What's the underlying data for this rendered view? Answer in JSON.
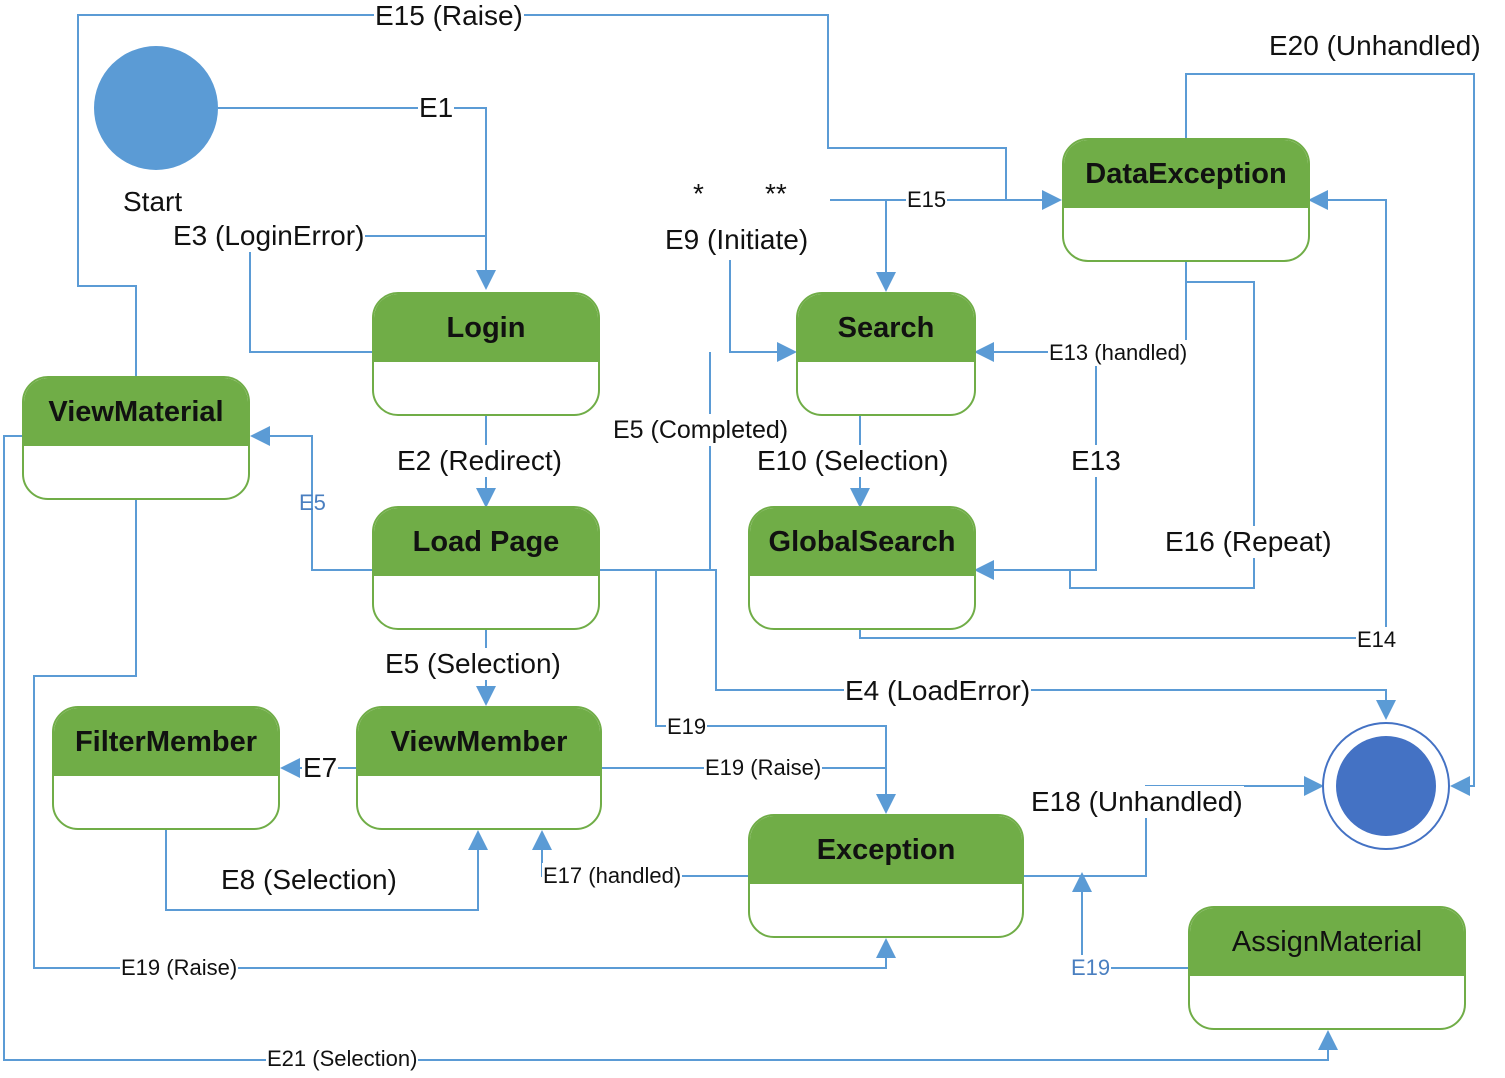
{
  "start": {
    "label": "Start"
  },
  "states": {
    "login": "Login",
    "load_page": "Load Page",
    "view_material": "ViewMaterial",
    "search": "Search",
    "global_search": "GlobalSearch",
    "data_exception": "DataException",
    "filter_member": "FilterMember",
    "view_member": "ViewMember",
    "exception": "Exception",
    "assign_material": "AssignMaterial"
  },
  "edges": {
    "e1": "E1",
    "e2": "E2 (Redirect)",
    "e3": "E3 (LoginError)",
    "e4": "E4 (LoadError)",
    "e5_left": "E5",
    "e5_completed": "E5 (Completed)",
    "e5_selection": "E5 (Selection)",
    "e7": "E7",
    "e8": "E8 (Selection)",
    "e9": "E9 (Initiate)",
    "e10": "E10 (Selection)",
    "e13_handled": "E13 (handled)",
    "e13": "E13",
    "e14": "E14",
    "e15_raise": "E15 (Raise)",
    "e15": "E15",
    "e16": "E16 (Repeat)",
    "e17": "E17 (handled)",
    "e18": "E18 (Unhandled)",
    "e19_mid": "E19",
    "e19_raise_right": "E19 (Raise)",
    "e19_raise_bottom": "E19 (Raise)",
    "e19_assign": "E19",
    "e20": "E20 (Unhandled)",
    "e21": "E21 (Selection)"
  },
  "marks": {
    "star1": "*",
    "star2": "**"
  },
  "colors": {
    "state_fill": "#70ad47",
    "line": "#5b9bd5",
    "start_fill": "#5b9bd5",
    "end_fill": "#4472c4"
  }
}
